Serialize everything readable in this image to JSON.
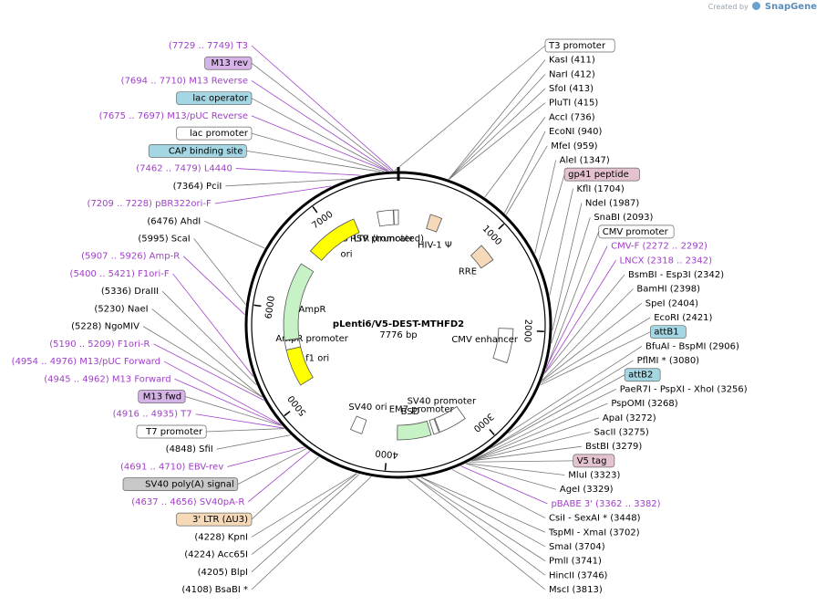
{
  "credit": {
    "prefix": "Created by",
    "brand": "SnapGene"
  },
  "plasmid": {
    "name": "pLenti6/V5-DEST-MTHFD2",
    "size": "7776 bp",
    "length": 7776
  },
  "ticks": [
    {
      "pos": 1000,
      "label": "1000"
    },
    {
      "pos": 2000,
      "label": "2000"
    },
    {
      "pos": 3000,
      "label": "3000"
    },
    {
      "pos": 4000,
      "label": "4000"
    },
    {
      "pos": 5000,
      "label": "5000"
    },
    {
      "pos": 6000,
      "label": "6000"
    },
    {
      "pos": 7000,
      "label": "7000"
    }
  ],
  "features": [
    {
      "name": "RSV promoter",
      "start": 7545,
      "end": 7720,
      "color": "#ffffff",
      "arrow": true,
      "dir": 1,
      "label_pos": 7540,
      "text_color": "#000000"
    },
    {
      "name": "5' LTR (truncated)",
      "start": 7725,
      "end": 7776,
      "color": "#ffffff",
      "arrow": false,
      "dir": 1,
      "label_pos": 7560,
      "text_color": "#000000"
    },
    {
      "name": "HIV-1 Ψ",
      "start": 350,
      "end": 480,
      "color": "#f5d9b8",
      "arrow": false,
      "dir": 1,
      "label_pos": 530,
      "text_color": "#000000"
    },
    {
      "name": "RRE",
      "start": 1000,
      "end": 1200,
      "color": "#f5d9b8",
      "arrow": false,
      "dir": 1,
      "label_pos": 1130,
      "text_color": "#000000"
    },
    {
      "name": "CMV enhancer",
      "start": 1985,
      "end": 2360,
      "color": "#ffffff",
      "arrow": true,
      "dir": 1,
      "label_pos": 2150,
      "text_color": "#000000"
    },
    {
      "name": "SV40 promoter",
      "start": 3120,
      "end": 3430,
      "color": "#ffffff",
      "arrow": true,
      "dir": 1,
      "label_pos": 3250,
      "text_color": "#000000"
    },
    {
      "name": "EM7 promoter",
      "start": 3440,
      "end": 3500,
      "color": "#ffffff",
      "arrow": false,
      "dir": 1,
      "label_pos": 3560,
      "text_color": "#000000"
    },
    {
      "name": "BSD",
      "start": 3530,
      "end": 3900,
      "color": "#c6f2c6",
      "arrow": true,
      "dir": 1,
      "label_pos": 3720,
      "text_color": "#000000"
    },
    {
      "name": "SV40 ori",
      "start": 4290,
      "end": 4420,
      "color": "#ffffff",
      "arrow": false,
      "dir": 1,
      "label_pos": 4330,
      "text_color": "#000000"
    },
    {
      "name": "f1 ori",
      "start": 5150,
      "end": 5560,
      "color": "#ffff00",
      "arrow": true,
      "dir": -1,
      "label_pos": 5350,
      "text_color": "#000000"
    },
    {
      "name": "AmpR promoter",
      "start": 5560,
      "end": 5660,
      "color": "#ffffff",
      "arrow": false,
      "dir": -1,
      "label_pos": 5640,
      "text_color": "#000000"
    },
    {
      "name": "AmpR",
      "start": 5665,
      "end": 6525,
      "color": "#c6f2c6",
      "arrow": true,
      "dir": -1,
      "label_pos": 6050,
      "text_color": "#000000"
    },
    {
      "name": "ori",
      "start": 6695,
      "end": 7280,
      "color": "#ffff00",
      "arrow": true,
      "dir": -1,
      "label_pos": 6990,
      "text_color": "#000000"
    }
  ],
  "left_labels": [
    {
      "text": "(7729 .. 7749)  T3",
      "pos": 7735,
      "color": "#a040c8",
      "box": ""
    },
    {
      "text": "M13 rev",
      "pos": 7720,
      "color": "#000000",
      "box": "#d7b4e8"
    },
    {
      "text": "(7694 .. 7710)  M13 Reverse",
      "pos": 7700,
      "color": "#a040c8",
      "box": ""
    },
    {
      "text": "lac operator",
      "pos": 7690,
      "color": "#000000",
      "box": "#a5d6e3"
    },
    {
      "text": "(7675 .. 7697)  M13/pUC Reverse",
      "pos": 7685,
      "color": "#a040c8",
      "box": ""
    },
    {
      "text": "lac promoter",
      "pos": 7660,
      "color": "#000000",
      "box": "#ffffff"
    },
    {
      "text": "CAP binding site",
      "pos": 7630,
      "color": "#000000",
      "box": "#a5d6e3"
    },
    {
      "text": "(7462 .. 7479)  L4440",
      "pos": 7470,
      "color": "#a040c8",
      "box": ""
    },
    {
      "text": "(7364)  PciI",
      "pos": 7364,
      "color": "#000000",
      "box": ""
    },
    {
      "text": "(7209 .. 7228)  pBR322ori-F",
      "pos": 7218,
      "color": "#a040c8",
      "box": ""
    },
    {
      "text": "(6476)  AhdI",
      "pos": 6476,
      "color": "#000000",
      "box": ""
    },
    {
      "text": "(5995)  ScaI",
      "pos": 5995,
      "color": "#000000",
      "box": ""
    },
    {
      "text": "(5907 .. 5926)  Amp-R",
      "pos": 5915,
      "color": "#a040c8",
      "box": ""
    },
    {
      "text": "(5400 .. 5421)  F1ori-F",
      "pos": 5410,
      "color": "#a040c8",
      "box": ""
    },
    {
      "text": "(5336)  DraIII",
      "pos": 5336,
      "color": "#000000",
      "box": ""
    },
    {
      "text": "(5230)  NaeI",
      "pos": 5230,
      "color": "#000000",
      "box": ""
    },
    {
      "text": "(5228)  NgoMIV",
      "pos": 5228,
      "color": "#000000",
      "box": ""
    },
    {
      "text": "(5190 .. 5209)  F1ori-R",
      "pos": 5200,
      "color": "#a040c8",
      "box": ""
    },
    {
      "text": "(4954 .. 4976)  M13/pUC Forward",
      "pos": 4965,
      "color": "#a040c8",
      "box": ""
    },
    {
      "text": "(4945 .. 4962)  M13 Forward",
      "pos": 4953,
      "color": "#a040c8",
      "box": ""
    },
    {
      "text": "M13 fwd",
      "pos": 4950,
      "color": "#000000",
      "box": "#d7b4e8"
    },
    {
      "text": "(4916 .. 4935)  T7",
      "pos": 4925,
      "color": "#a040c8",
      "box": ""
    },
    {
      "text": "T7 promoter",
      "pos": 4920,
      "color": "#000000",
      "box": "#ffffff"
    },
    {
      "text": "(4848)  SfiI",
      "pos": 4848,
      "color": "#000000",
      "box": ""
    },
    {
      "text": "(4691 .. 4710)  EBV-rev",
      "pos": 4700,
      "color": "#a040c8",
      "box": ""
    },
    {
      "text": "SV40 poly(A) signal",
      "pos": 4680,
      "color": "#000000",
      "box": "#c8c8c8"
    },
    {
      "text": "(4637 .. 4656)  SV40pA-R",
      "pos": 4646,
      "color": "#a040c8",
      "box": ""
    },
    {
      "text": "3' LTR (ΔU3)",
      "pos": 4560,
      "color": "#000000",
      "box": "#f5d9b8"
    },
    {
      "text": "(4228)  KpnI",
      "pos": 4228,
      "color": "#000000",
      "box": ""
    },
    {
      "text": "(4224)  Acc65I",
      "pos": 4224,
      "color": "#000000",
      "box": ""
    },
    {
      "text": "(4205)  BlpI",
      "pos": 4205,
      "color": "#000000",
      "box": ""
    },
    {
      "text": "(4108)  BsaBI *",
      "pos": 4108,
      "color": "#000000",
      "box": ""
    }
  ],
  "right_labels": [
    {
      "text": "T3 promoter",
      "pos": 7745,
      "color": "#000000",
      "box": "#ffffff"
    },
    {
      "text": "KasI  (411)",
      "pos": 411,
      "color": "#000000",
      "box": ""
    },
    {
      "text": "NarI  (412)",
      "pos": 412,
      "color": "#000000",
      "box": ""
    },
    {
      "text": "SfoI  (413)",
      "pos": 413,
      "color": "#000000",
      "box": ""
    },
    {
      "text": "PluTI  (415)",
      "pos": 415,
      "color": "#000000",
      "box": ""
    },
    {
      "text": "AccI  (736)",
      "pos": 736,
      "color": "#000000",
      "box": ""
    },
    {
      "text": "EcoNI  (940)",
      "pos": 940,
      "color": "#000000",
      "box": ""
    },
    {
      "text": "MfeI  (959)",
      "pos": 959,
      "color": "#000000",
      "box": ""
    },
    {
      "text": "AleI  (1347)",
      "pos": 1347,
      "color": "#000000",
      "box": ""
    },
    {
      "text": "gp41 peptide",
      "pos": 1420,
      "color": "#000000",
      "box": "#e5c2d0"
    },
    {
      "text": "KflI  (1704)",
      "pos": 1704,
      "color": "#000000",
      "box": ""
    },
    {
      "text": "NdeI  (1987)",
      "pos": 1987,
      "color": "#000000",
      "box": ""
    },
    {
      "text": "SnaBI  (2093)",
      "pos": 2093,
      "color": "#000000",
      "box": ""
    },
    {
      "text": "CMV promoter",
      "pos": 2300,
      "color": "#000000",
      "box": "#ffffff"
    },
    {
      "text": "CMV-F  (2272 .. 2292)",
      "pos": 2282,
      "color": "#a040c8",
      "box": ""
    },
    {
      "text": "LNCX  (2318 .. 2342)",
      "pos": 2330,
      "color": "#a040c8",
      "box": ""
    },
    {
      "text": "BsmBI  - Esp3I  (2342)",
      "pos": 2342,
      "color": "#000000",
      "box": ""
    },
    {
      "text": "BamHI  (2398)",
      "pos": 2398,
      "color": "#000000",
      "box": ""
    },
    {
      "text": "SpeI  (2404)",
      "pos": 2404,
      "color": "#000000",
      "box": ""
    },
    {
      "text": "EcoRI  (2421)",
      "pos": 2421,
      "color": "#000000",
      "box": ""
    },
    {
      "text": "attB1",
      "pos": 2440,
      "color": "#000000",
      "box": "#a5d6e3"
    },
    {
      "text": "BfuAI  - BspMI  (2906)",
      "pos": 2906,
      "color": "#000000",
      "box": ""
    },
    {
      "text": "PflMI *  (3080)",
      "pos": 3080,
      "color": "#000000",
      "box": ""
    },
    {
      "text": "attB2",
      "pos": 3100,
      "color": "#000000",
      "box": "#a5d6e3"
    },
    {
      "text": "PaeR7I  - PspXI  - XhoI  (3256)",
      "pos": 3256,
      "color": "#000000",
      "box": ""
    },
    {
      "text": "PspOMI  (3268)",
      "pos": 3268,
      "color": "#000000",
      "box": ""
    },
    {
      "text": "ApaI  (3272)",
      "pos": 3272,
      "color": "#000000",
      "box": ""
    },
    {
      "text": "SacII  (3275)",
      "pos": 3275,
      "color": "#000000",
      "box": ""
    },
    {
      "text": "BstBI  (3279)",
      "pos": 3279,
      "color": "#000000",
      "box": ""
    },
    {
      "text": "V5 tag",
      "pos": 3300,
      "color": "#000000",
      "box": "#e5c2d0"
    },
    {
      "text": "MluI  (3323)",
      "pos": 3323,
      "color": "#000000",
      "box": ""
    },
    {
      "text": "AgeI  (3329)",
      "pos": 3329,
      "color": "#000000",
      "box": ""
    },
    {
      "text": "pBABE 3'  (3362 .. 3382)",
      "pos": 3372,
      "color": "#a040c8",
      "box": ""
    },
    {
      "text": "CsiI  - SexAI *  (3448)",
      "pos": 3448,
      "color": "#000000",
      "box": ""
    },
    {
      "text": "TspMI  - XmaI  (3702)",
      "pos": 3702,
      "color": "#000000",
      "box": ""
    },
    {
      "text": "SmaI  (3704)",
      "pos": 3704,
      "color": "#000000",
      "box": ""
    },
    {
      "text": "PmlI  (3741)",
      "pos": 3741,
      "color": "#000000",
      "box": ""
    },
    {
      "text": "HincII  (3746)",
      "pos": 3746,
      "color": "#000000",
      "box": ""
    },
    {
      "text": "MscI  (3813)",
      "pos": 3813,
      "color": "#000000",
      "box": ""
    }
  ]
}
